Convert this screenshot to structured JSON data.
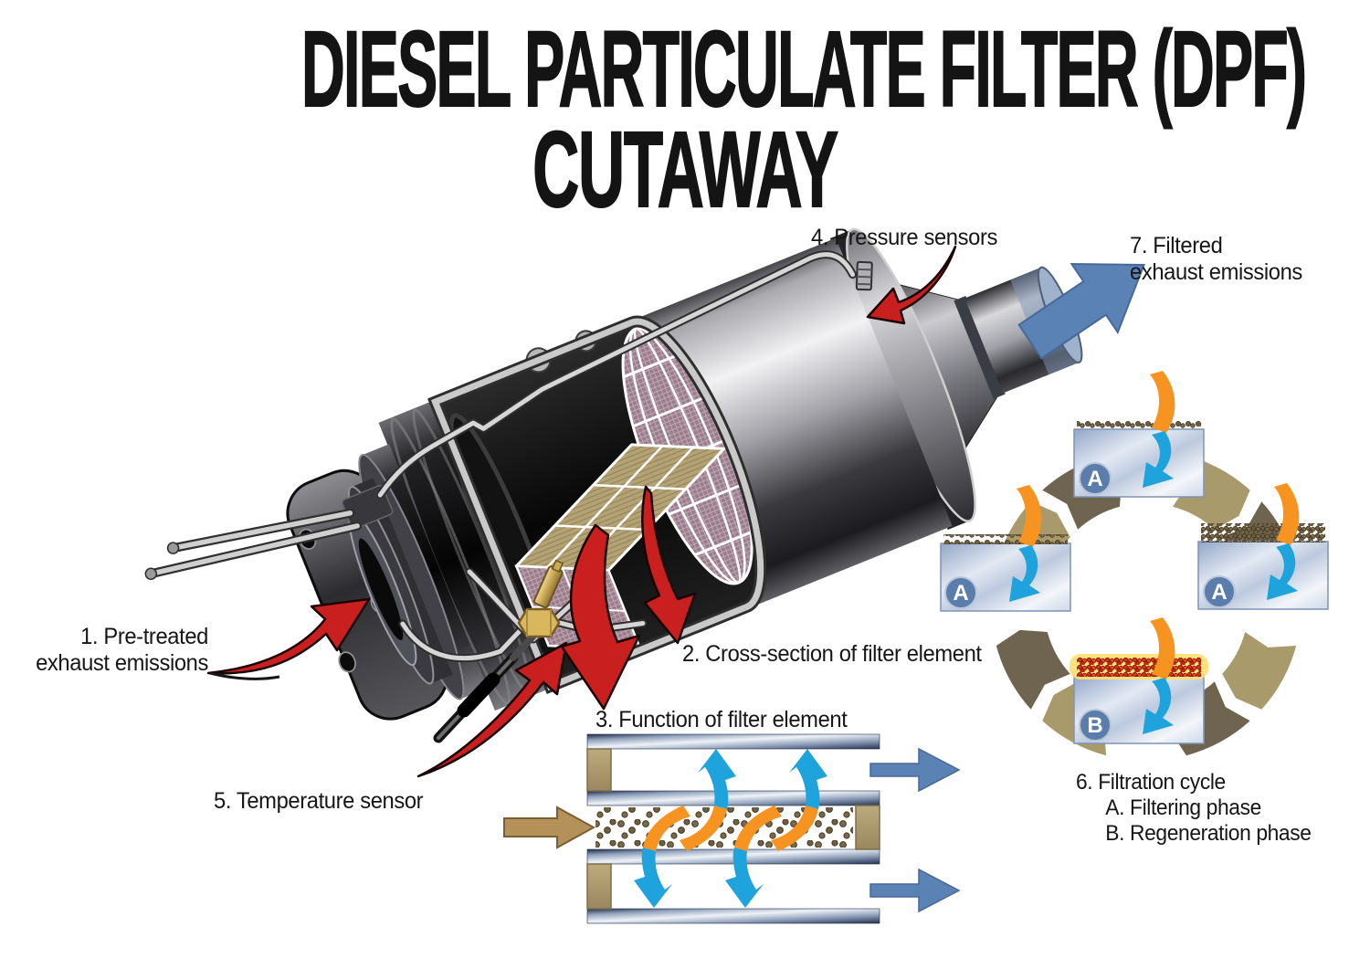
{
  "title": {
    "line1": "DIESEL PARTICULATE FILTER (DPF)",
    "line2": "CUTAWAY"
  },
  "labels": {
    "pretreated_line1": "1. Pre-treated",
    "pretreated_line2": "exhaust emissions",
    "cross_section": "2. Cross-section of filter element",
    "function": "3. Function of filter element",
    "pressure": "4. Pressure sensors",
    "temperature": "5. Temperature sensor",
    "cycle_title": "6. Filtration cycle",
    "cycle_phase_a": "A. Filtering phase",
    "cycle_phase_b": "B. Regeneration phase",
    "filtered_line1": "7. Filtered",
    "filtered_line2": "exhaust emissions"
  },
  "cycle": {
    "badge_top": "A",
    "badge_right": "A",
    "badge_bottom": "B",
    "badge_left": "A",
    "stages": [
      {
        "badge": "A",
        "position": "top",
        "soot": "light"
      },
      {
        "badge": "A",
        "position": "right",
        "soot": "heavy"
      },
      {
        "badge": "B",
        "position": "bottom",
        "soot": "burning"
      },
      {
        "badge": "A",
        "position": "left",
        "soot": "light"
      }
    ]
  },
  "colors": {
    "arrow_red": "#c9201f",
    "arrow_steel_blue": "#5b82b5",
    "arrow_cyan": "#1fa3dc",
    "arrow_orange": "#f79321",
    "ring_light_tan": "#a99a6c",
    "ring_dark_tan": "#6f6450",
    "filter_top_tan": "#b3a276",
    "filter_face_mauve": "#9a7d8d",
    "soot_dot": "#6d5f3f",
    "burning_soot": "#d53114",
    "inlet_arrow_tan": "#b5915a",
    "brass_fitting": "#d9b75e"
  }
}
